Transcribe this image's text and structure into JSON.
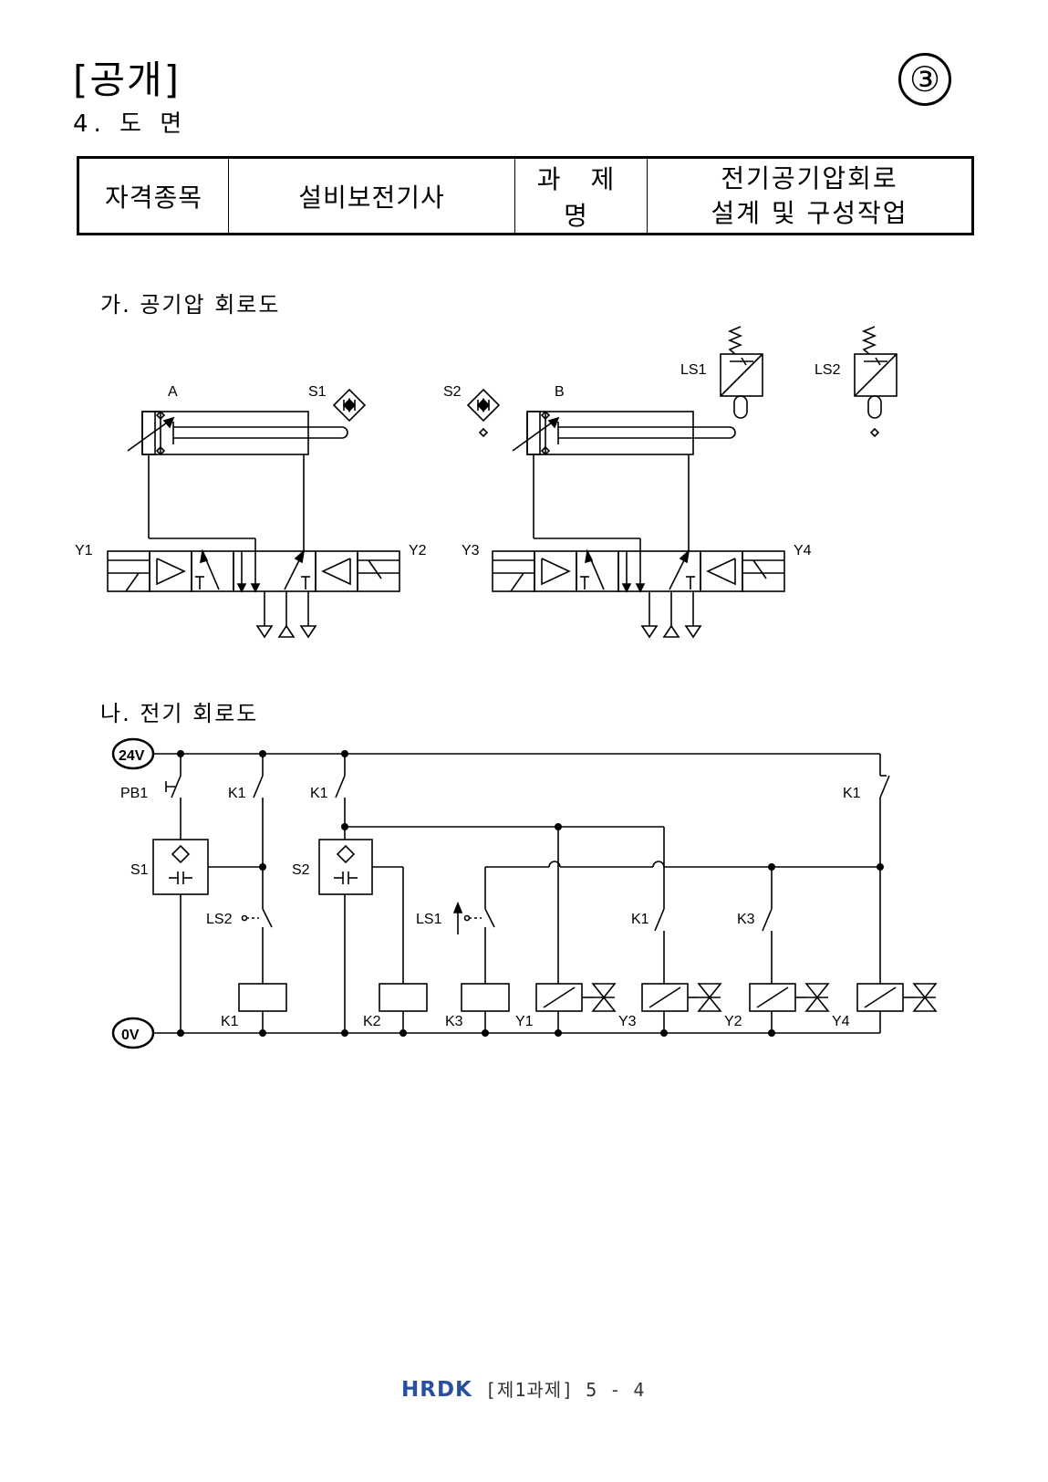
{
  "header": {
    "tag": "[공개]",
    "page_marker": "③",
    "section": "4. 도 면"
  },
  "info_table": {
    "label1": "자격종목",
    "value1": "설비보전기사",
    "label2": "과 제 명",
    "value2_line1": "전기공기압회로",
    "value2_line2": "설계 및 구성작업"
  },
  "pneumatic": {
    "title": "가. 공기압 회로도",
    "labels": {
      "cyl_a": "A",
      "cyl_b": "B",
      "s1": "S1",
      "s2": "S2",
      "ls1": "LS1",
      "ls2": "LS2",
      "y1": "Y1",
      "y2": "Y2",
      "y3": "Y3",
      "y4": "Y4"
    }
  },
  "electric": {
    "title": "나. 전기 회로도",
    "labels": {
      "v24": "24V",
      "v0": "0V",
      "pb1": "PB1",
      "k1": "K1",
      "k2": "K2",
      "k3": "K3",
      "s1": "S1",
      "s2": "S2",
      "ls1": "LS1",
      "ls2": "LS2",
      "y1": "Y1",
      "y2": "Y2",
      "y3": "Y3",
      "y4": "Y4"
    }
  },
  "footer": {
    "logo": "HRDK",
    "text": "[제1과제] 5 - 4"
  }
}
